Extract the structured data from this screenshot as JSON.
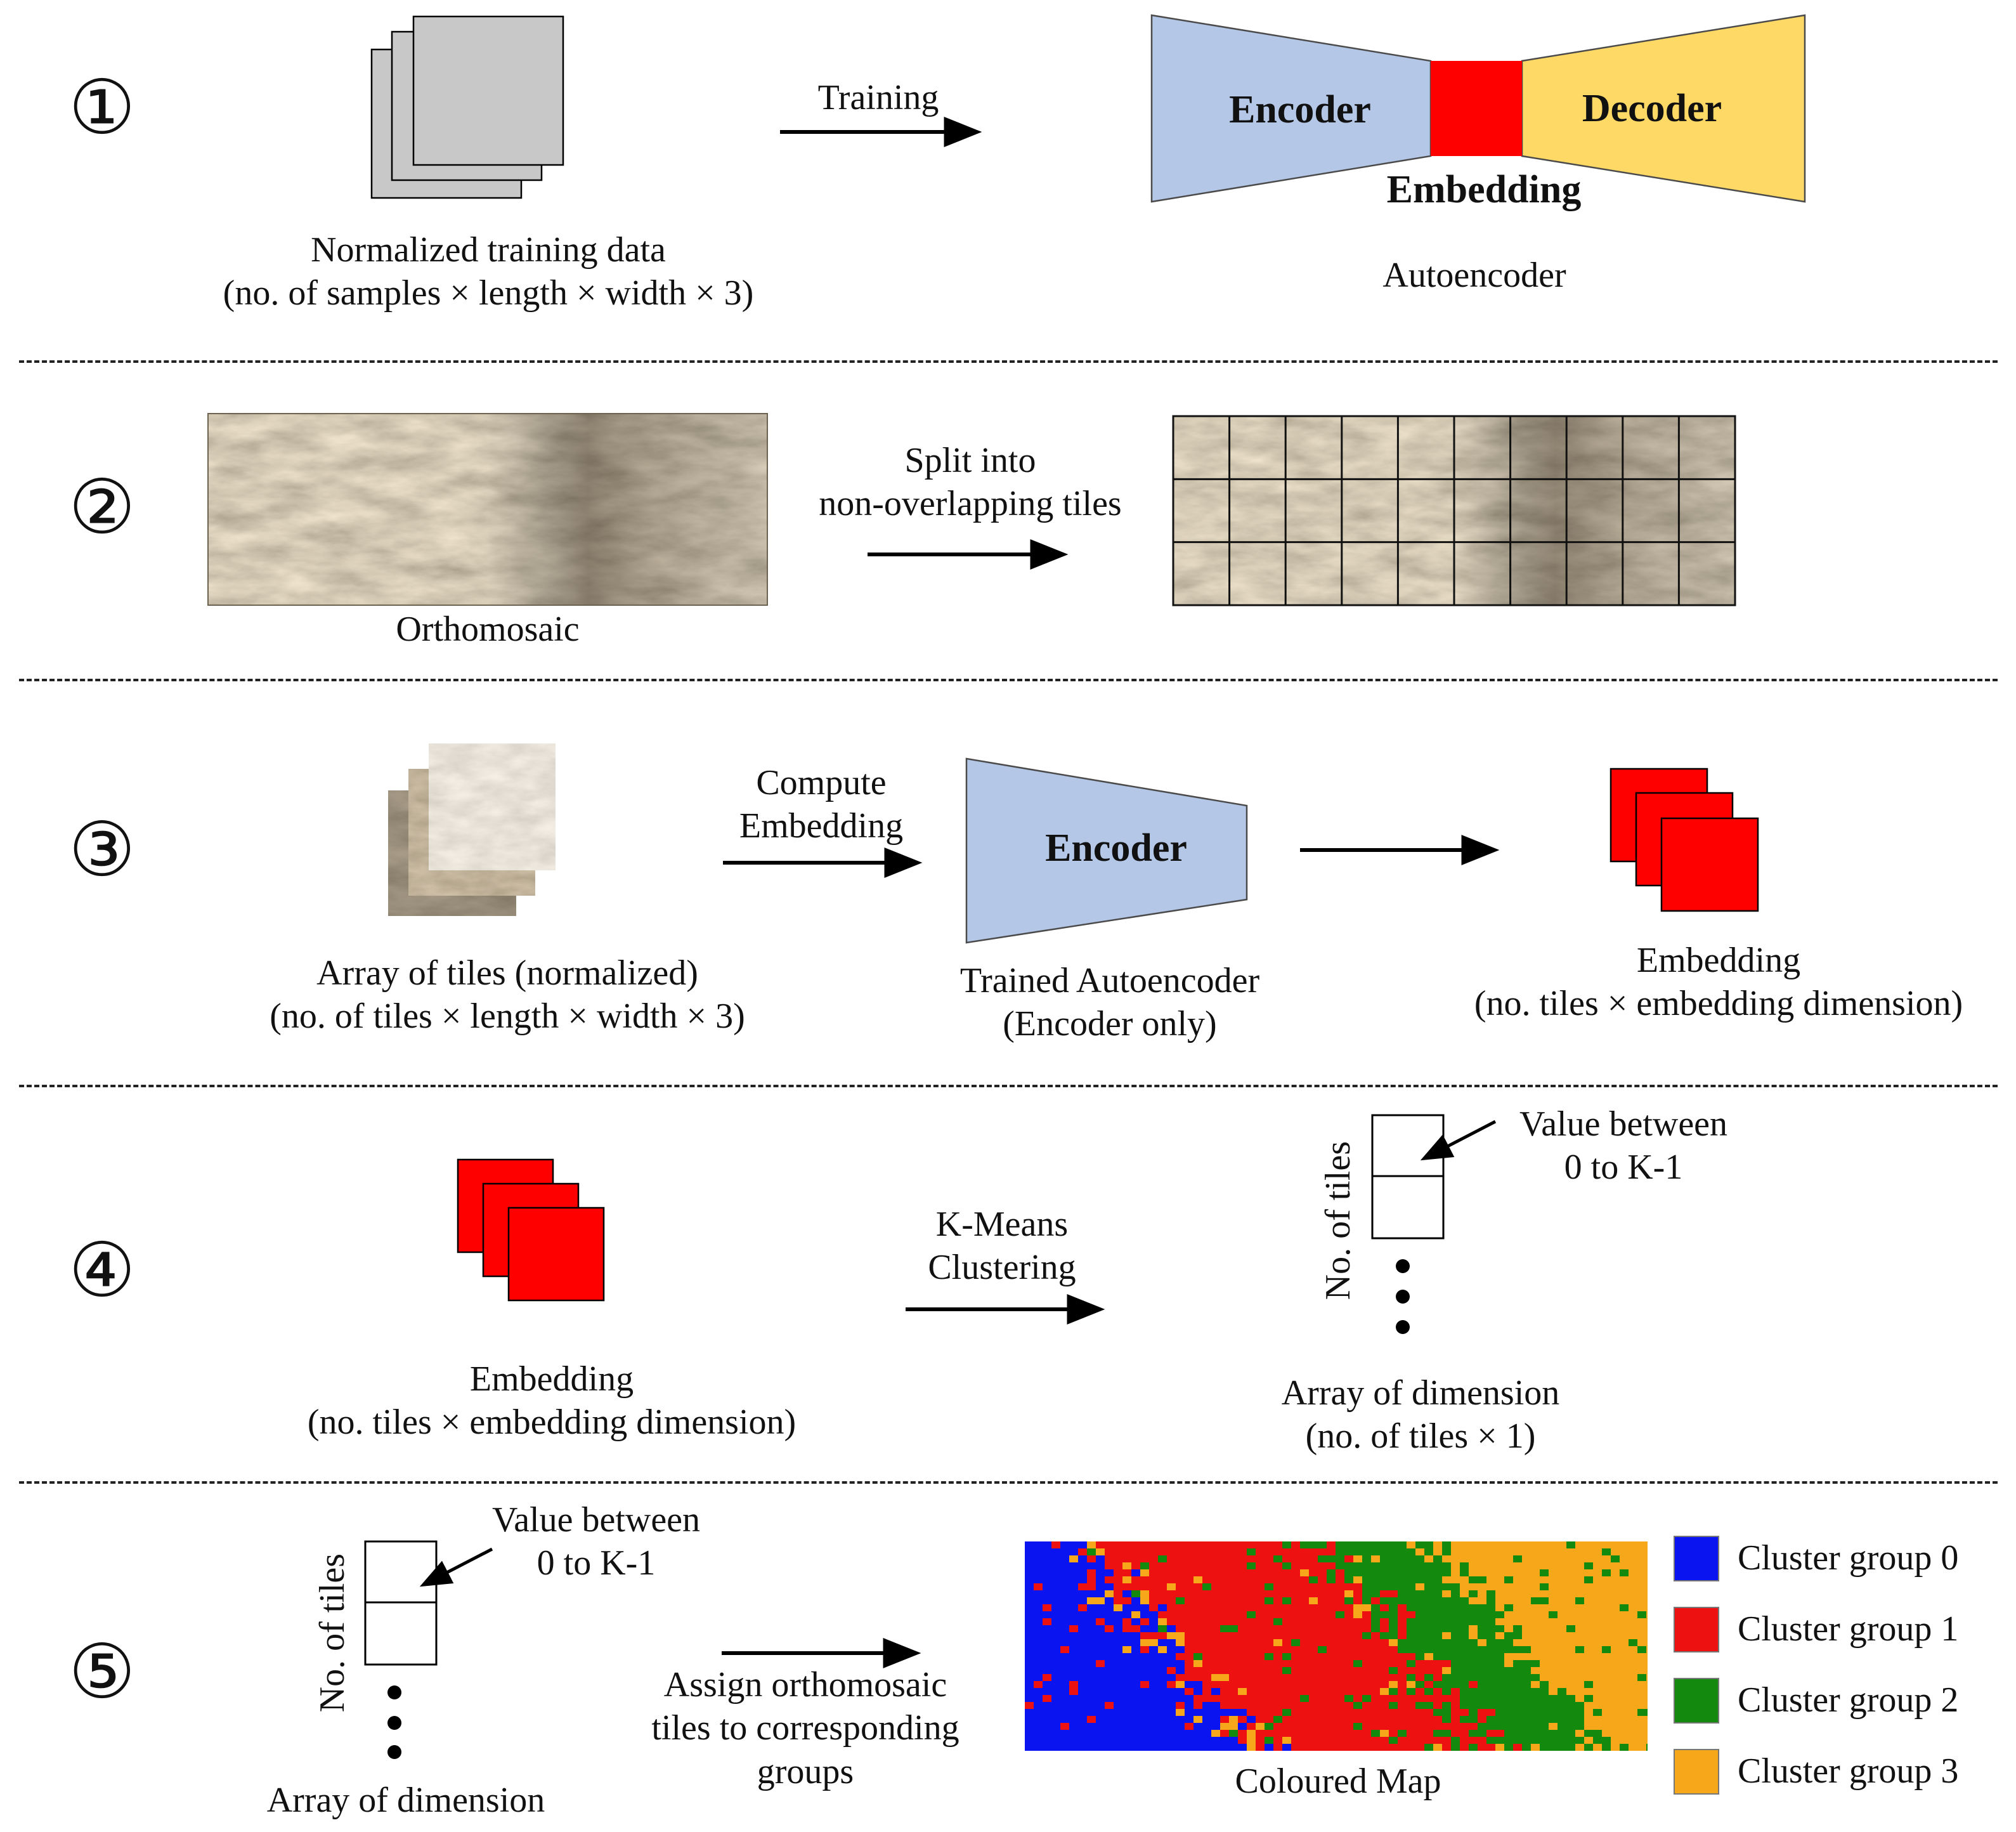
{
  "steps": [
    "①",
    "②",
    "③",
    "④",
    "⑤"
  ],
  "step1": {
    "input_caption": [
      "Normalized training data",
      "(no. of samples × length × width × 3)"
    ],
    "arrow_label": "Training",
    "encoder_label": "Encoder",
    "decoder_label": "Decoder",
    "embedding_label": "Embedding",
    "model_caption": "Autoencoder"
  },
  "step2": {
    "input_caption": "Orthomosaic",
    "arrow_label": [
      "Split into",
      "non-overlapping tiles"
    ]
  },
  "step3": {
    "input_caption": [
      "Array of tiles (normalized)",
      "(no. of tiles × length × width × 3)"
    ],
    "arrow_label": [
      "Compute",
      "Embedding"
    ],
    "encoder_label": "Encoder",
    "model_caption": [
      "Trained Autoencoder",
      "(Encoder only)"
    ],
    "output_caption": [
      "Embedding",
      "(no. tiles × embedding dimension)"
    ]
  },
  "step4": {
    "input_caption": [
      "Embedding",
      "(no. tiles × embedding dimension)"
    ],
    "arrow_label": [
      "K-Means",
      "Clustering"
    ],
    "axis_label": "No. of tiles",
    "value_note": [
      "Value between",
      "0 to K-1"
    ],
    "output_caption": [
      "Array of dimension",
      "(no. of tiles × 1)"
    ]
  },
  "step5": {
    "axis_label": "No. of tiles",
    "value_note": [
      "Value between",
      "0 to K-1"
    ],
    "input_caption": "Array of dimension",
    "arrow_label": [
      "Assign orthomosaic",
      "tiles to corresponding",
      "groups"
    ],
    "map_caption": "Coloured Map",
    "legend": [
      {
        "label": "Cluster group 0",
        "color": "#0a14f0"
      },
      {
        "label": "Cluster group 1",
        "color": "#ee1111"
      },
      {
        "label": "Cluster group 2",
        "color": "#138a0e"
      },
      {
        "label": "Cluster group 3",
        "color": "#f6a71a"
      }
    ]
  },
  "colors": {
    "encoder_fill": "#b4c7e7",
    "decoder_fill": "#ffd966",
    "embedding_fill": "#ff0000",
    "sample_fill": "#c8c8c8",
    "rock_base": "#a99a7c"
  }
}
